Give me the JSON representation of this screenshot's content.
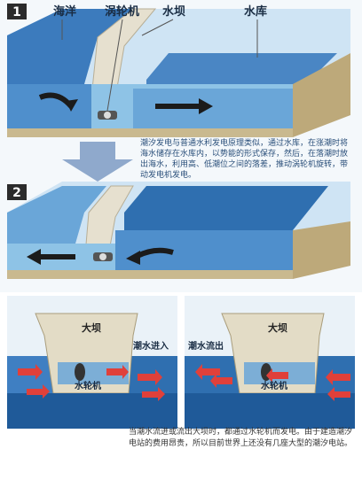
{
  "top": {
    "step1": "1",
    "step2": "2",
    "labels": {
      "ocean": "海洋",
      "turbine": "涡轮机",
      "dam": "水坝",
      "reservoir": "水库"
    },
    "description": "潮汐发电与普通水利发电原理类似，通过水库，在涨潮时将海水储存在水库内，以势能的形式保存，然后，在落潮时放出海水，利用高、低潮位之间的落差，推动涡轮机旋转，带动发电机发电。"
  },
  "bottom": {
    "left": {
      "dam": "大坝",
      "flow": "潮水进入",
      "turbine": "水轮机"
    },
    "right": {
      "dam": "大坝",
      "flow": "潮水流出",
      "turbine": "水轮机"
    },
    "caption": "当潮水流进或流出大坝时，都通过水轮机而发电。由于建造潮汐电站的费用昂贵，所以目前世界上还没有几座大型的潮汐电站。"
  },
  "colors": {
    "sea_dark": "#2f6fb0",
    "sea_light": "#8ec3e6",
    "concrete": "#d9d3c2",
    "arrow_red": "#e0403a",
    "step_bg": "#2b2b2b"
  }
}
